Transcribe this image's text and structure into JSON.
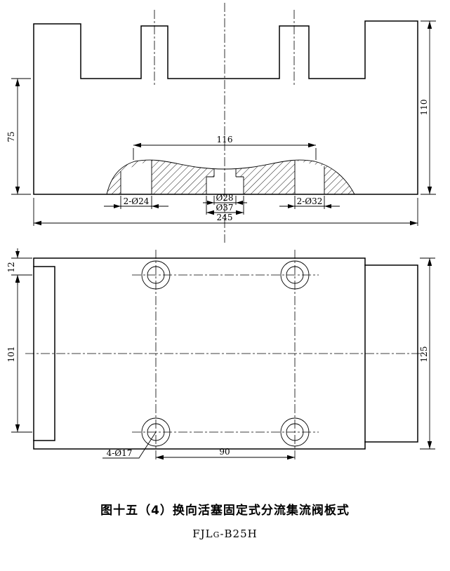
{
  "figure": {
    "caption": "图十五（4）换向活塞固定式分流集流阀板式",
    "model_prefix": "FJL",
    "model_sub": "G",
    "model_suffix": "-B25H"
  },
  "colors": {
    "line": "#000000",
    "background": "#ffffff"
  },
  "top_view": {
    "dims": {
      "groove_width": "116",
      "total_width": "245",
      "left_height": "75",
      "right_height": "110",
      "left_holes": "2-Ø24",
      "center_hole_inner": "Ø28",
      "center_hole_outer": "Ø37",
      "right_holes": "2-Ø32"
    }
  },
  "bottom_view": {
    "dims": {
      "top_offset": "12",
      "row_spacing": "101",
      "height": "125",
      "mount_holes": "4-Ø17",
      "col_spacing": "90"
    }
  }
}
